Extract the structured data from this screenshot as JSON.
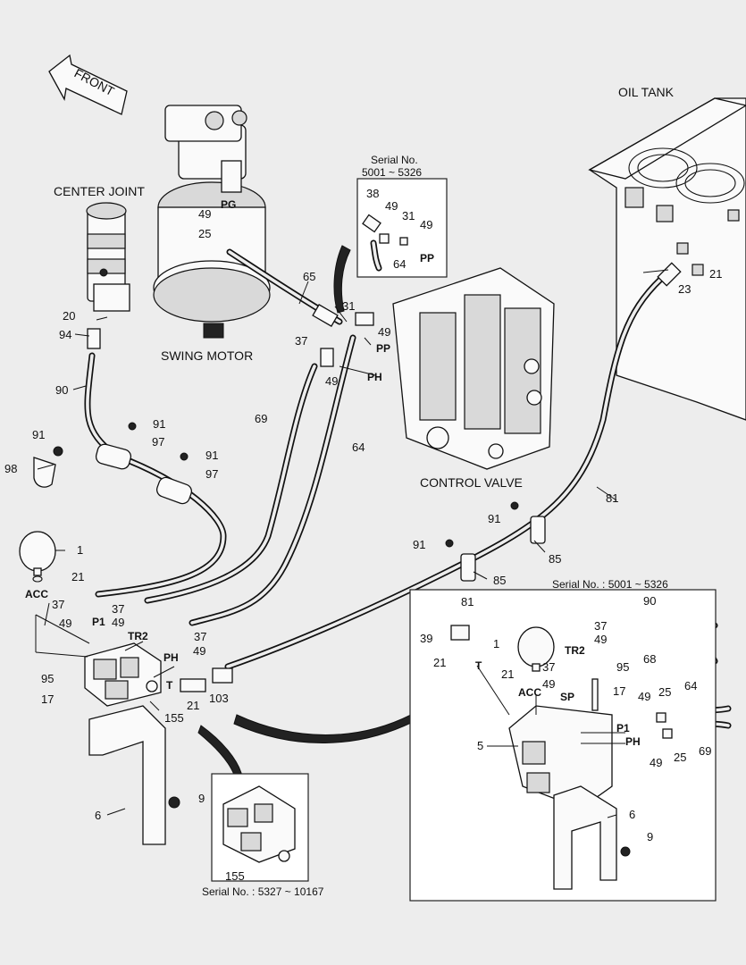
{
  "headings": {
    "front": "FRONT",
    "oil_tank": "OIL TANK",
    "center_joint": "CENTER JOINT",
    "swing_motor": "SWING MOTOR",
    "control_valve": "CONTROL VALVE"
  },
  "serials": {
    "top_box": [
      "Serial No.",
      "5001 ~ 5326"
    ],
    "right_box": "Serial No. : 5001 ~ 5326",
    "bottom_box": "Serial No. : 5327 ~ 10167"
  },
  "ports": {
    "pg": "PG",
    "pp": "PP",
    "ph": "PH",
    "acc": "ACC",
    "p1": "P1",
    "tr2": "TR2",
    "t": "T",
    "sp": "SP"
  },
  "parts": {
    "p1": "1",
    "p5": "5",
    "p6": "6",
    "p9": "9",
    "p17": "17",
    "p20": "20",
    "p21": "21",
    "p23": "23",
    "p25": "25",
    "p31": "31",
    "p37": "37",
    "p38": "38",
    "p39": "39",
    "p49": "49",
    "p64": "64",
    "p65": "65",
    "p68": "68",
    "p69": "69",
    "p81": "81",
    "p85": "85",
    "p90": "90",
    "p91": "91",
    "p94": "94",
    "p95": "95",
    "p97": "97",
    "p98": "98",
    "p103": "103",
    "p155": "155"
  },
  "colors": {
    "background": "#ededed",
    "ink": "#111111",
    "inset_box": "#ffffff"
  }
}
